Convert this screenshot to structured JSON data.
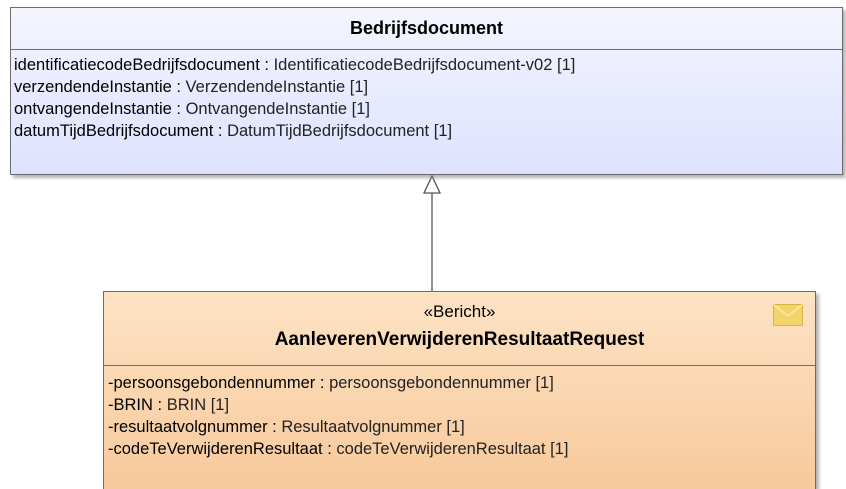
{
  "parent_class": {
    "name": "Bedrijfsdocument",
    "attributes": [
      {
        "name": "identificatiecodeBedrijfsdocument",
        "sep": " : ",
        "type": "IdentificatiecodeBedrijfsdocument-v02 [1]"
      },
      {
        "name": "verzendendeInstantie",
        "sep": " : ",
        "type": "VerzendendeInstantie [1]"
      },
      {
        "name": "ontvangendeInstantie",
        "sep": " : ",
        "type": "OntvangendeInstantie [1]"
      },
      {
        "name": "datumTijdBedrijfsdocument",
        "sep": " : ",
        "type": "DatumTijdBedrijfsdocument [1]"
      }
    ]
  },
  "child_class": {
    "stereotype": "«Bericht»",
    "name": "AanleverenVerwijderenResultaatRequest",
    "icon": "envelope-icon",
    "attributes": [
      {
        "name": "-persoonsgebondennummer",
        "sep": " : ",
        "type": "persoonsgebondennummer [1]"
      },
      {
        "name": "-BRIN",
        "sep": " : ",
        "type": "BRIN [1]"
      },
      {
        "name": "-resultaatvolgnummer",
        "sep": " : ",
        "type": "Resultaatvolgnummer [1]"
      },
      {
        "name": "-codeTeVerwijderenResultaat",
        "sep": " : ",
        "type": "codeTeVerwijderenResultaat [1]"
      }
    ]
  },
  "relationship": {
    "kind": "generalization"
  },
  "colors": {
    "parent_fill_top": "#f4f5ff",
    "parent_fill_bottom": "#dde2ff",
    "child_fill_top": "#fce3c4",
    "child_fill_bottom": "#f8c99c",
    "border": "#6b6b6b",
    "envelope": "#f3d46a"
  }
}
